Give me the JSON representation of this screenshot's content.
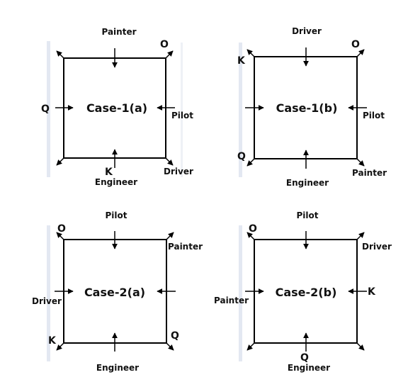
{
  "colors": {
    "ink": "#000000",
    "edge_bar": "#e3e8f2"
  },
  "cases": [
    {
      "title": "Case-1(a)",
      "labels": {
        "top": "Painter",
        "bottom": "Engineer",
        "left": "Q",
        "right": "Pilot",
        "top_left": "",
        "top_right": "O",
        "bottom_left": "",
        "bottom_right": "Driver",
        "bottom_extra": "K"
      }
    },
    {
      "title": "Case-1(b)",
      "labels": {
        "top": "Driver",
        "bottom": "Engineer",
        "left": "",
        "right": "Pilot",
        "top_left": "K",
        "top_right": "O",
        "bottom_left": "Q",
        "bottom_right": "Painter",
        "bottom_extra": ""
      }
    },
    {
      "title": "Case-2(a)",
      "labels": {
        "top": "Pilot",
        "bottom": "Engineer",
        "left": "Driver",
        "right": "",
        "top_left": "O",
        "top_right": "Painter",
        "bottom_left": "K",
        "bottom_right": "Q",
        "bottom_extra": ""
      }
    },
    {
      "title": "Case-2(b)",
      "labels": {
        "top": "Pilot",
        "bottom": "Engineer",
        "left": "Painter",
        "right": "K",
        "top_left": "O",
        "top_right": "Driver",
        "bottom_left": "",
        "bottom_right": "",
        "bottom_extra": "Q"
      }
    }
  ]
}
